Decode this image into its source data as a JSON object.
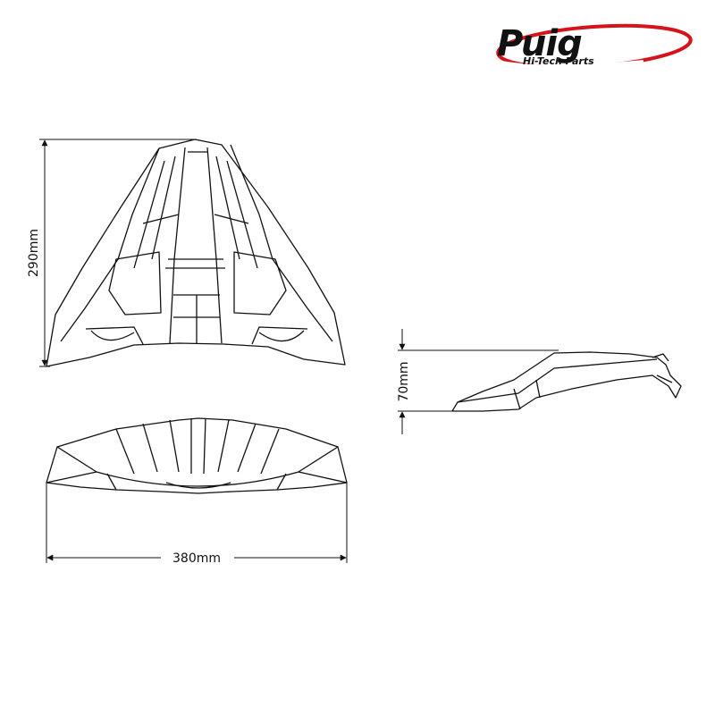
{
  "brand": {
    "name": "Puig",
    "tagline": "Hi-Tech Parts",
    "color_primary": "#111111",
    "color_accent": "#d7131a"
  },
  "dimensions": {
    "height": "290mm",
    "width": "380mm",
    "depth": "70mm"
  },
  "style": {
    "line_color": "#111111",
    "background": "#ffffff"
  }
}
